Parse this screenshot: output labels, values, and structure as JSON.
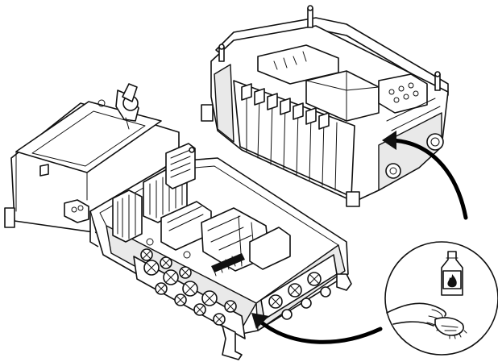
{
  "figure": {
    "type": "line-art assembly illustration",
    "parts": [
      "inverter-lower-housing",
      "inverter-upper-module",
      "cleaning-instruction-inset"
    ],
    "inset_icons": [
      "flammable-solvent-bottle-icon",
      "hand-wiping-cloth-icon"
    ],
    "line_color": "#111111",
    "background": "#ffffff"
  }
}
